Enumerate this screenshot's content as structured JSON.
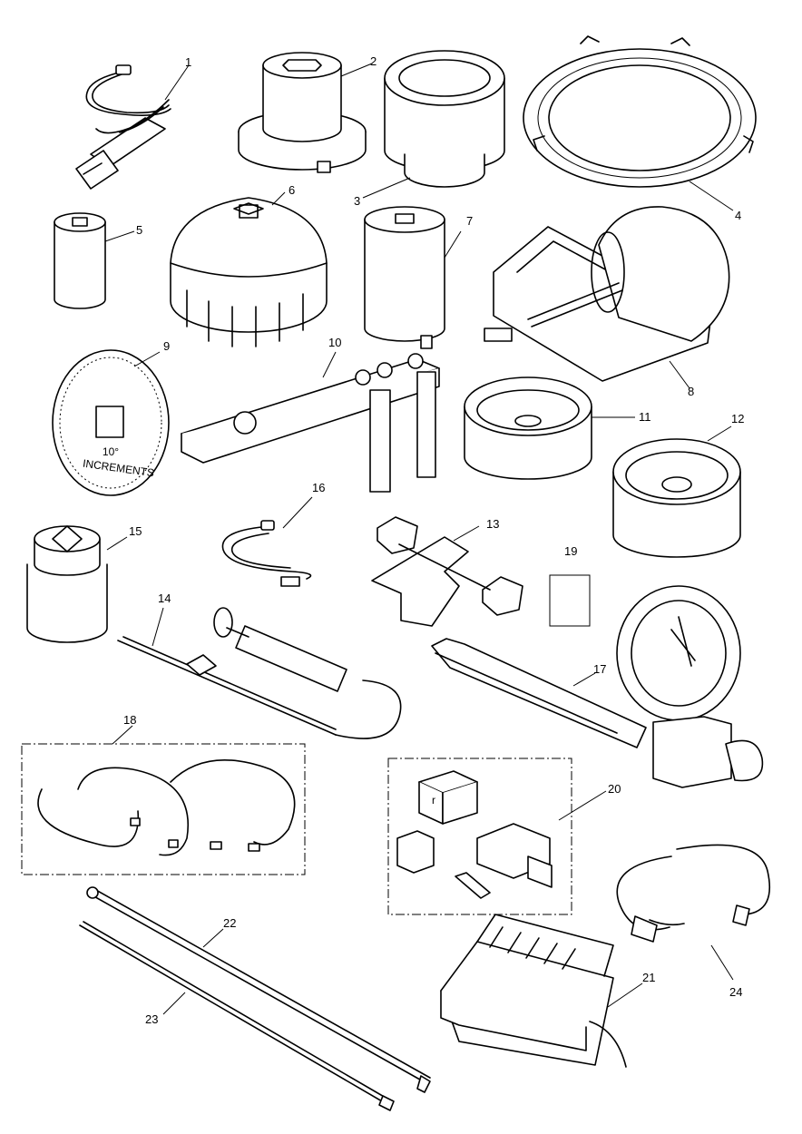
{
  "parts": [
    {
      "id": "1",
      "icon": "diagnostic-cable-icon"
    },
    {
      "id": "2",
      "icon": "flanged-socket-icon"
    },
    {
      "id": "3",
      "icon": "large-cup-socket-icon"
    },
    {
      "id": "4",
      "icon": "slotted-ring-icon"
    },
    {
      "id": "5",
      "icon": "small-socket-icon"
    },
    {
      "id": "6",
      "icon": "oil-filter-wrench-icon"
    },
    {
      "id": "7",
      "icon": "deep-socket-icon"
    },
    {
      "id": "8",
      "icon": "press-frame-icon"
    },
    {
      "id": "9",
      "icon": "degree-disc-icon"
    },
    {
      "id": "10",
      "icon": "holding-bar-icon"
    },
    {
      "id": "11",
      "icon": "cup-adapter-icon"
    },
    {
      "id": "12",
      "icon": "cup-adapter-large-icon"
    },
    {
      "id": "13",
      "icon": "clamp-tool-icon"
    },
    {
      "id": "14",
      "icon": "syringe-probe-icon"
    },
    {
      "id": "15",
      "icon": "square-drive-socket-icon"
    },
    {
      "id": "16",
      "icon": "lead-cable-icon"
    },
    {
      "id": "17",
      "icon": "pressure-gauge-icon"
    },
    {
      "id": "18",
      "icon": "harness-kit-icon"
    },
    {
      "id": "19",
      "icon": "blank-card-icon"
    },
    {
      "id": "20",
      "icon": "fixture-kit-icon"
    },
    {
      "id": "21",
      "icon": "control-module-icon"
    },
    {
      "id": "22",
      "icon": "long-rod-icon"
    },
    {
      "id": "23",
      "icon": "long-rod-icon"
    },
    {
      "id": "24",
      "icon": "sensor-lead-icon"
    }
  ],
  "disc": {
    "line1": "10°",
    "line2": "INCREMENTS"
  },
  "fixture_plate": {
    "small": "r"
  }
}
